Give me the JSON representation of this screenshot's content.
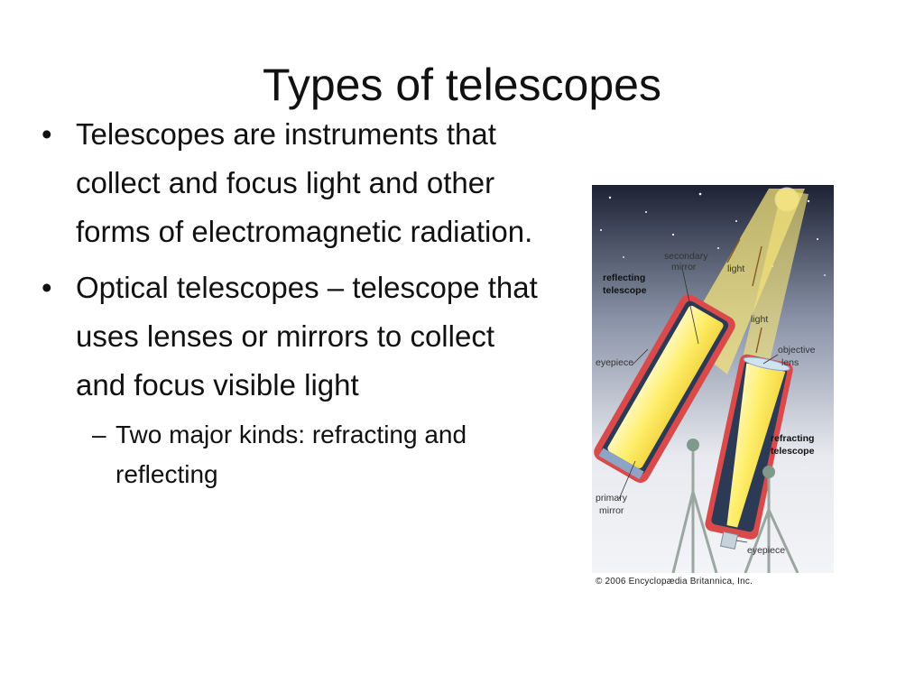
{
  "slide": {
    "title": "Types of telescopes",
    "bullets": [
      {
        "marker": "•",
        "text": "Telescopes are instruments that collect and focus light and other forms of electromagnetic radiation."
      },
      {
        "marker": "•",
        "text": "Optical telescopes – telescope that uses lenses or mirrors to collect and focus visible light"
      }
    ],
    "sub_bullets": [
      {
        "marker": "–",
        "text": "Two major kinds: refracting and reflecting"
      }
    ]
  },
  "figure": {
    "labels": {
      "secondary_mirror_line1": "secondary",
      "secondary_mirror_line2": "mirror",
      "light_top": "light",
      "light_mid": "light",
      "reflecting_line1": "reflecting",
      "reflecting_line2": "telescope",
      "objective_line1": "objective",
      "objective_line2": "lens",
      "eyepiece_left": "eyepiece",
      "refracting_line1": "refracting",
      "refracting_line2": "telescope",
      "primary_line1": "primary",
      "primary_line2": "mirror",
      "eyepiece_bottom": "eyepiece"
    },
    "caption": "© 2006 Encyclopædia Britannica, Inc.",
    "colors": {
      "sky_top": "#1c2233",
      "sky_bottom": "#e8eaef",
      "light_beam": "#f3e27a",
      "tube_outer": "#d94a4a",
      "tube_inner": "#2c3a55",
      "mount": "#7f9a8a"
    }
  }
}
